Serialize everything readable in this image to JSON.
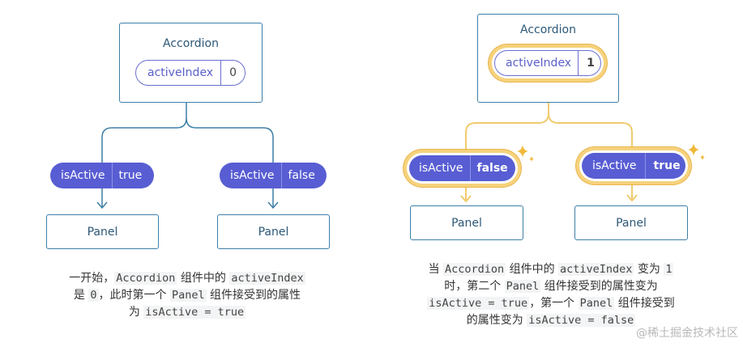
{
  "left_diagram": {
    "accordion_title": "Accordion",
    "state_name": "activeIndex",
    "state_value": "0",
    "panels": [
      {
        "prop_name": "isActive",
        "prop_value": "true",
        "label": "Panel"
      },
      {
        "prop_name": "isActive",
        "prop_value": "false",
        "label": "Panel"
      }
    ],
    "caption": [
      {
        "t": "一开始，"
      },
      {
        "t": "Accordion",
        "code": true
      },
      {
        "t": " 组件中的 "
      },
      {
        "t": "activeIndex",
        "code": true
      },
      {
        "br": true
      },
      {
        "t": "是 "
      },
      {
        "t": "0",
        "code": true
      },
      {
        "t": "，此时第一个 "
      },
      {
        "t": "Panel",
        "code": true
      },
      {
        "t": " 组件接受到的属性"
      },
      {
        "br": true
      },
      {
        "t": "为 "
      },
      {
        "t": "isActive = true",
        "code": true
      }
    ]
  },
  "right_diagram": {
    "accordion_title": "Accordion",
    "state_name": "activeIndex",
    "state_value": "1",
    "panels": [
      {
        "prop_name": "isActive",
        "prop_value": "false",
        "label": "Panel"
      },
      {
        "prop_name": "isActive",
        "prop_value": "true",
        "label": "Panel"
      }
    ],
    "caption": [
      {
        "t": "当 "
      },
      {
        "t": "Accordion",
        "code": true
      },
      {
        "t": " 组件中的 "
      },
      {
        "t": "activeIndex",
        "code": true
      },
      {
        "t": " 变为 "
      },
      {
        "t": "1",
        "code": true
      },
      {
        "br": true
      },
      {
        "t": "时，第二个 "
      },
      {
        "t": "Panel",
        "code": true
      },
      {
        "t": " 组件接受到的属性变为"
      },
      {
        "br": true
      },
      {
        "t": "isActive = true",
        "code": true
      },
      {
        "t": "，第一个 "
      },
      {
        "t": "Panel",
        "code": true
      },
      {
        "t": " 组件接受到"
      },
      {
        "br": true
      },
      {
        "t": "的属性变为 "
      },
      {
        "t": "isActive = false",
        "code": true
      }
    ]
  },
  "watermark": "@稀土掘金技术社区",
  "colors": {
    "unchanged_line": "#3e7fa8",
    "changed_line": "#f0cb6e",
    "pill_purple": "#585dd3",
    "highlight_gold": "#f6d27c"
  }
}
